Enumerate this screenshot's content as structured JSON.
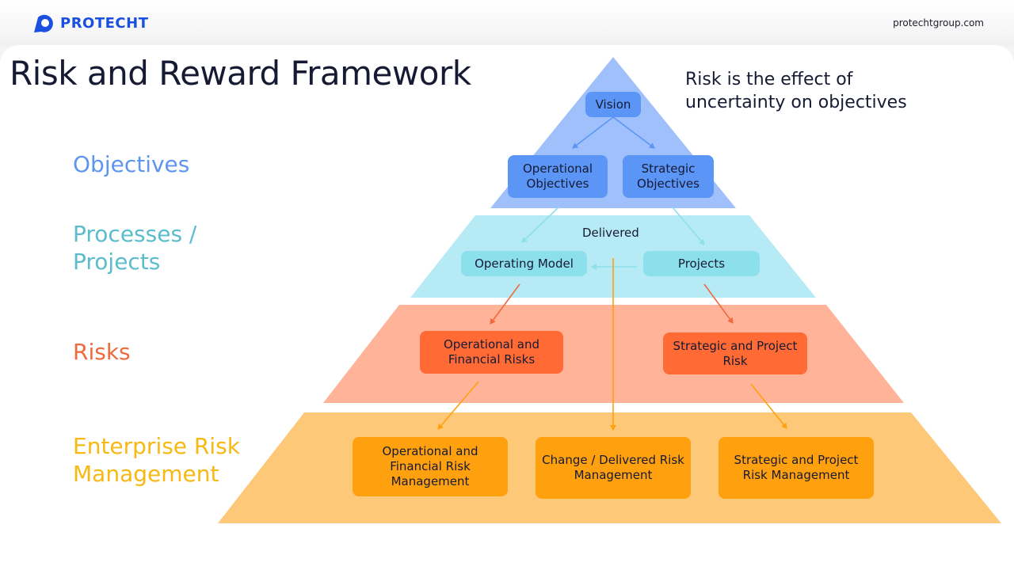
{
  "header": {
    "logo_text": "PROTECHT",
    "url": "protechtgroup.com"
  },
  "title": "Risk and Reward Framework",
  "tagline": "Risk is the effect of uncertainty on objectives",
  "tiers": {
    "objectives": "Objectives",
    "processes": "Processes / Projects",
    "risks": "Risks",
    "erm": "Enterprise Risk Management"
  },
  "boxes": {
    "vision": "Vision",
    "operational_objectives": "Operational Objectives",
    "strategic_objectives": "Strategic Objectives",
    "delivered": "Delivered",
    "operating_model": "Operating Model",
    "projects": "Projects",
    "operational_financial_risks": "Operational and Financial Risks",
    "strategic_project_risk": "Strategic and Project Risk",
    "operational_financial_risk_mgmt": "Operational and Financial Risk Management",
    "change_delivered_risk_mgmt": "Change / Delivered Risk Management",
    "strategic_project_risk_mgmt": "Strategic and Project Risk Management"
  },
  "colors": {
    "brand_blue": "#1b4fe0",
    "tier_objectives": "#a0c0fb",
    "tier_processes": "#b6eaf4",
    "tier_risks": "#ffb398",
    "tier_erm": "#fdc979",
    "arrow_blue": "#5b95f6",
    "arrow_cyan": "#8ce0ec",
    "arrow_orange": "#f0693d",
    "arrow_amber": "#ffa00e"
  }
}
